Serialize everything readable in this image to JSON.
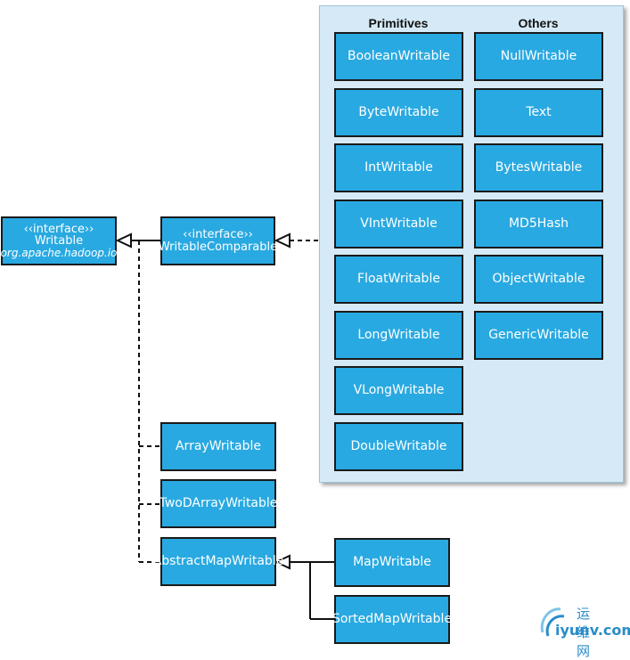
{
  "primitives_header": "Primitives",
  "others_header": "Others",
  "primitives": [
    "BooleanWritable",
    "ByteWritable",
    "IntWritable",
    "VIntWritable",
    "FloatWritable",
    "LongWritable",
    "VLongWritable",
    "DoubleWritable"
  ],
  "others": [
    "NullWritable",
    "Text",
    "BytesWritable",
    "MD5Hash",
    "ObjectWritable",
    "GenericWritable"
  ],
  "writable": {
    "stereotype": "‹‹interface››",
    "name": "Writable",
    "package": "org.apache.hadoop.io"
  },
  "writable_comparable": {
    "stereotype": "‹‹interface››",
    "name": "WritableComparable"
  },
  "array_writable": "ArrayWritable",
  "twod_array_writable": "TwoDArrayWritable",
  "abstract_map_writable": "AbstractMapWritable",
  "map_writable": "MapWritable",
  "sorted_map_writable": "SortedMapWritable",
  "watermark": {
    "cn": "运维网",
    "en": "iyunv.com"
  },
  "colors": {
    "box_fill": "#29a9e1",
    "panel_fill": "#d5eaf6",
    "border": "#1a1a1a"
  }
}
